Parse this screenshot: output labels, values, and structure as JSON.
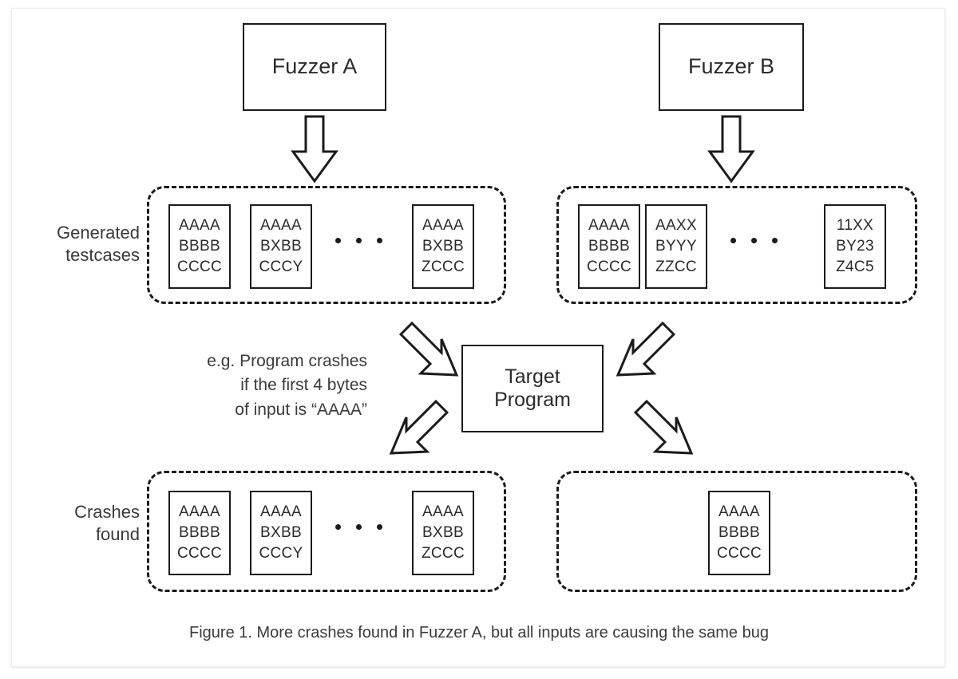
{
  "figure": {
    "caption": "Figure 1. More crashes found in Fuzzer A, but all inputs are causing the same bug",
    "annotation_lines": [
      "e.g. Program crashes",
      "if the first 4 bytes",
      "of input is “AAAA”"
    ]
  },
  "nodes": {
    "fuzzer_a": "Fuzzer A",
    "fuzzer_b": "Fuzzer B",
    "target_program": "Target\nProgram",
    "target_program_line1": "Target",
    "target_program_line2": "Program"
  },
  "row_labels": {
    "generated_line1": "Generated",
    "generated_line2": "testcases",
    "crashes_line1": "Crashes",
    "crashes_line2": "found"
  },
  "groups": {
    "generated_a": {
      "testcases": [
        {
          "lines": [
            "AAAA",
            "BBBB",
            "CCCC"
          ]
        },
        {
          "lines": [
            "AAAA",
            "BXBB",
            "CCCY"
          ]
        },
        {
          "lines": [
            "AAAA",
            "BXBB",
            "ZCCC"
          ]
        }
      ],
      "ellipsis": "• • •"
    },
    "generated_b": {
      "testcases": [
        {
          "lines": [
            "AAAA",
            "BBBB",
            "CCCC"
          ]
        },
        {
          "lines": [
            "AAXX",
            "BYYY",
            "ZZCC"
          ]
        },
        {
          "lines": [
            "11XX",
            "BY23",
            "Z4C5"
          ]
        }
      ],
      "ellipsis": "• • •"
    },
    "crashes_a": {
      "testcases": [
        {
          "lines": [
            "AAAA",
            "BBBB",
            "CCCC"
          ]
        },
        {
          "lines": [
            "AAAA",
            "BXBB",
            "CCCY"
          ]
        },
        {
          "lines": [
            "AAAA",
            "BXBB",
            "ZCCC"
          ]
        }
      ],
      "ellipsis": "• • •"
    },
    "crashes_b": {
      "testcases": [
        {
          "lines": [
            "AAAA",
            "BBBB",
            "CCCC"
          ]
        }
      ],
      "ellipsis": ""
    }
  },
  "colors": {
    "stroke": "#1b1b1b",
    "text": "#2b2b2b",
    "background": "#ffffff",
    "card_border": "#eceef0"
  },
  "arrows": [
    {
      "name": "fuzzer-a-to-generated-a",
      "direction": "down"
    },
    {
      "name": "fuzzer-b-to-generated-b",
      "direction": "down"
    },
    {
      "name": "generated-a-to-target",
      "direction": "down-right"
    },
    {
      "name": "generated-b-to-target",
      "direction": "down-left"
    },
    {
      "name": "target-to-crashes-a",
      "direction": "down-left"
    },
    {
      "name": "target-to-crashes-b",
      "direction": "down-right"
    }
  ]
}
